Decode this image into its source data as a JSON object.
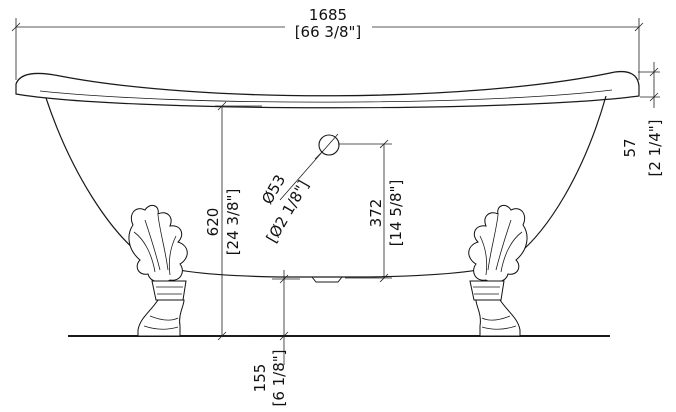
{
  "drawing": {
    "width_label": "1685",
    "width_label_in": "[66 3/8\"]",
    "rim_label": "57",
    "rim_label_in": "[2 1/4\"]",
    "height_label": "620",
    "height_label_in": "[24 3/8\"]",
    "drain_label": "Ø53",
    "drain_label_in": "[Ø2 1/8\"]",
    "overflow_label": "372",
    "overflow_label_in": "[14 5/8\"]",
    "clearance_label": "155",
    "clearance_label_in": "[6 1/8\"]"
  }
}
